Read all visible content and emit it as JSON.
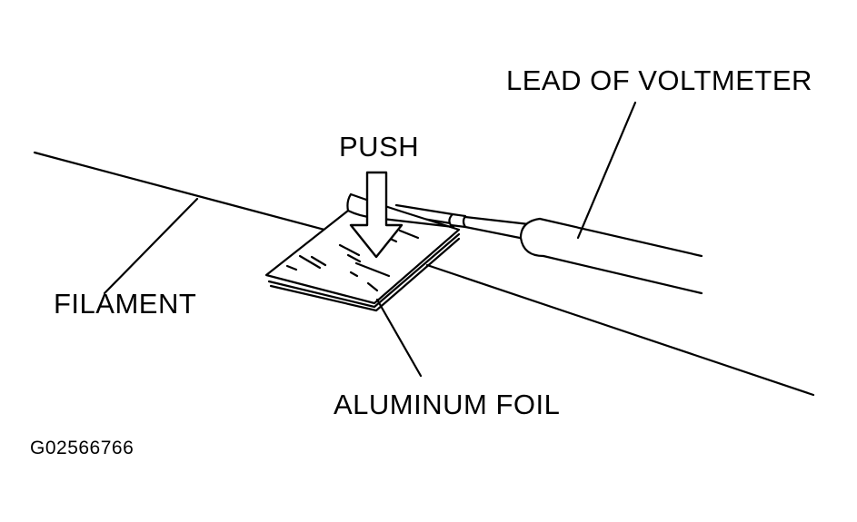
{
  "labels": {
    "push": "PUSH",
    "lead_of_voltmeter": "LEAD OF VOLTMETER",
    "filament": "FILAMENT",
    "aluminum_foil": "ALUMINUM FOIL"
  },
  "figure_id": "G02566766"
}
